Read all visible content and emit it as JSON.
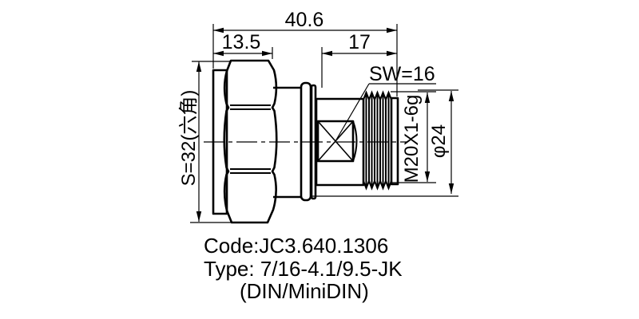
{
  "drawing": {
    "dim_total_length": "40.6",
    "dim_hex_length": "13.5",
    "dim_right_length": "17",
    "dim_hex_across_flats": "S=32(六角)",
    "dim_wrench_size": "SW=16",
    "dim_thread_spec": "M20X1-6g",
    "dim_diameter": "φ24"
  },
  "notes": {
    "code_line": "Code:JC3.640.1306",
    "type_line": "Type: 7/16-4.1/9.5-JK",
    "standard_line": "(DIN/MiniDIN)"
  },
  "colors": {
    "line": "#000000",
    "background": "#ffffff"
  }
}
